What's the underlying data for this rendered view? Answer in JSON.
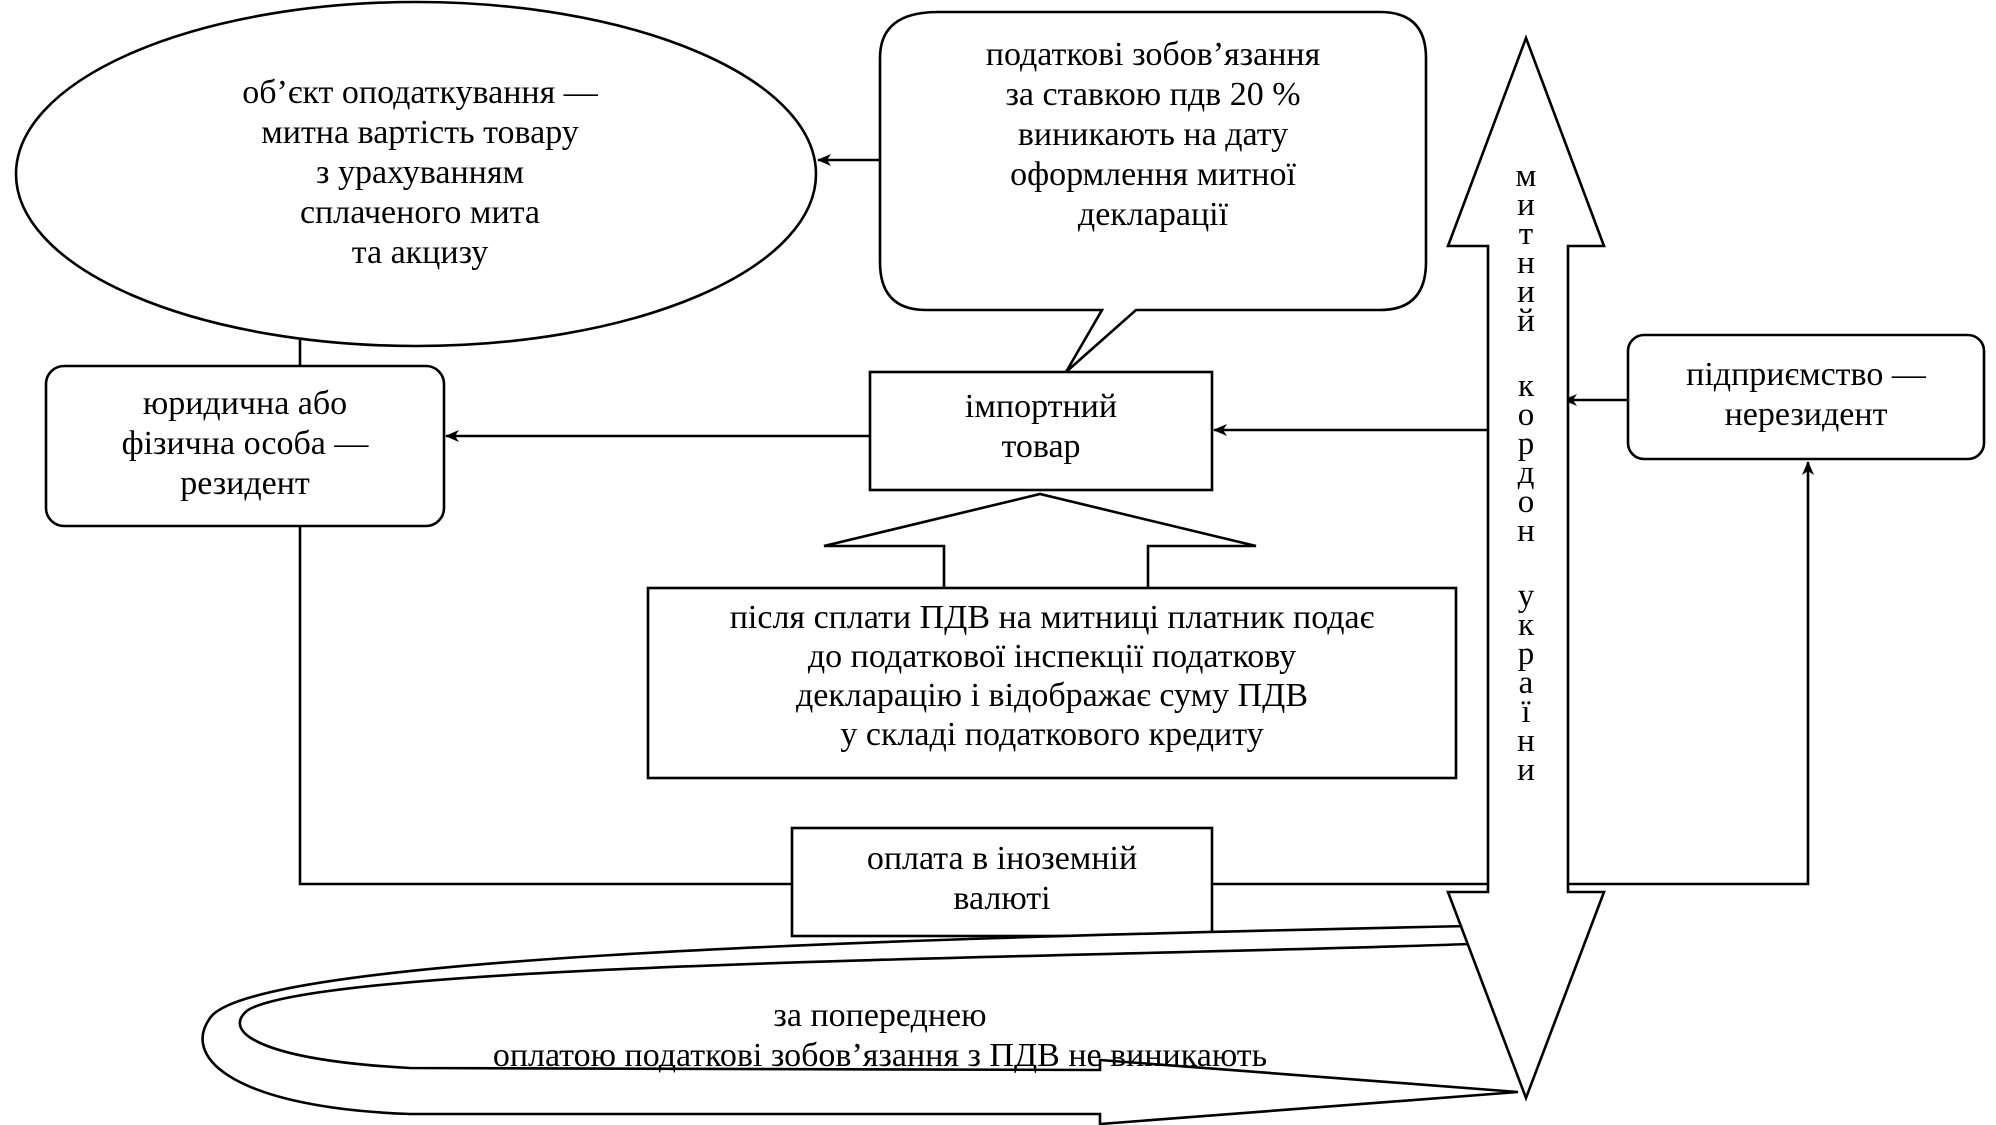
{
  "nodes": {
    "taxable_object": {
      "lines": [
        "об’єкт оподаткування —",
        "митна вартість товару",
        "з урахуванням",
        "сплаченого мита",
        "та акцизу"
      ]
    },
    "tax_obligations": {
      "lines": [
        "податкові зобов’язання",
        "за ставкою пдв 20 %",
        "виникають на дату",
        "оформлення митної",
        "декларації"
      ]
    },
    "resident": {
      "lines": [
        "юридична або",
        "фізична особа —",
        "резидент"
      ]
    },
    "import_goods": {
      "lines": [
        "імпортний",
        "товар"
      ]
    },
    "non_resident": {
      "lines": [
        "підприємство —",
        "нерезидент"
      ]
    },
    "vat_credit": {
      "lines": [
        "після сплати ПДВ на митниці платник подає",
        "до податкової інспекції податкову",
        "декларацію і відображає суму ПДВ",
        "у складі податкового кредиту"
      ]
    },
    "foreign_payment": {
      "lines": [
        "оплата в іноземній",
        "валюті"
      ]
    },
    "prepayment": {
      "lines": [
        "за попереднею",
        "оплатою податкові зобов’язання з ПДВ не виникають"
      ]
    }
  },
  "border": {
    "word1": [
      "м",
      "и",
      "т",
      "н",
      "и",
      "й"
    ],
    "word2": [
      "к",
      "о",
      "р",
      "д",
      "о",
      "н"
    ],
    "word3": [
      "у",
      "к",
      "р",
      "а",
      "ї",
      "н",
      "и"
    ]
  }
}
